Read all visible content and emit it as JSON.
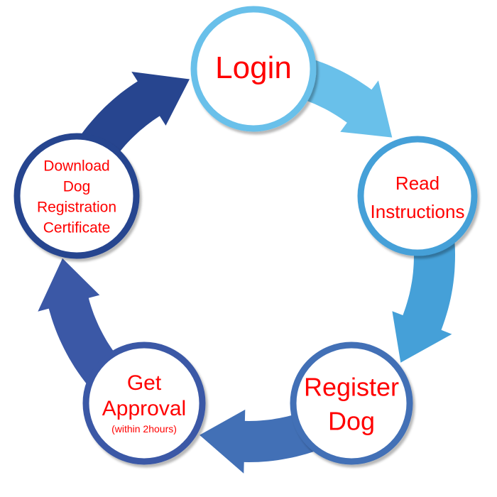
{
  "diagram": {
    "type": "cycle",
    "title": "",
    "steps": [
      {
        "id": "login",
        "lines": [
          "Login"
        ],
        "sub": "",
        "ring_color": "#69c0ea",
        "arrow_color": "#69c0ea"
      },
      {
        "id": "read-instructions",
        "lines": [
          "Read",
          "Instructions"
        ],
        "sub": "",
        "ring_color": "#45a0d8",
        "arrow_color": "#45a0d8"
      },
      {
        "id": "register-dog",
        "lines": [
          "Register",
          "Dog"
        ],
        "sub": "",
        "ring_color": "#4270b6",
        "arrow_color": "#4270b6"
      },
      {
        "id": "get-approval",
        "lines": [
          "Get",
          "Approval"
        ],
        "sub": "(within 2hours)",
        "ring_color": "#3b58a6",
        "arrow_color": "#3b58a6"
      },
      {
        "id": "download-certificate",
        "lines": [
          "Download",
          "Dog",
          "Registration",
          "Certificate"
        ],
        "sub": "",
        "ring_color": "#27458f",
        "arrow_color": "#27458f"
      }
    ],
    "flow": [
      {
        "from": "login",
        "to": "read-instructions"
      },
      {
        "from": "read-instructions",
        "to": "register-dog"
      },
      {
        "from": "register-dog",
        "to": "get-approval"
      },
      {
        "from": "get-approval",
        "to": "download-certificate"
      },
      {
        "from": "download-certificate",
        "to": "login"
      }
    ],
    "text_color": "#ff0000"
  }
}
